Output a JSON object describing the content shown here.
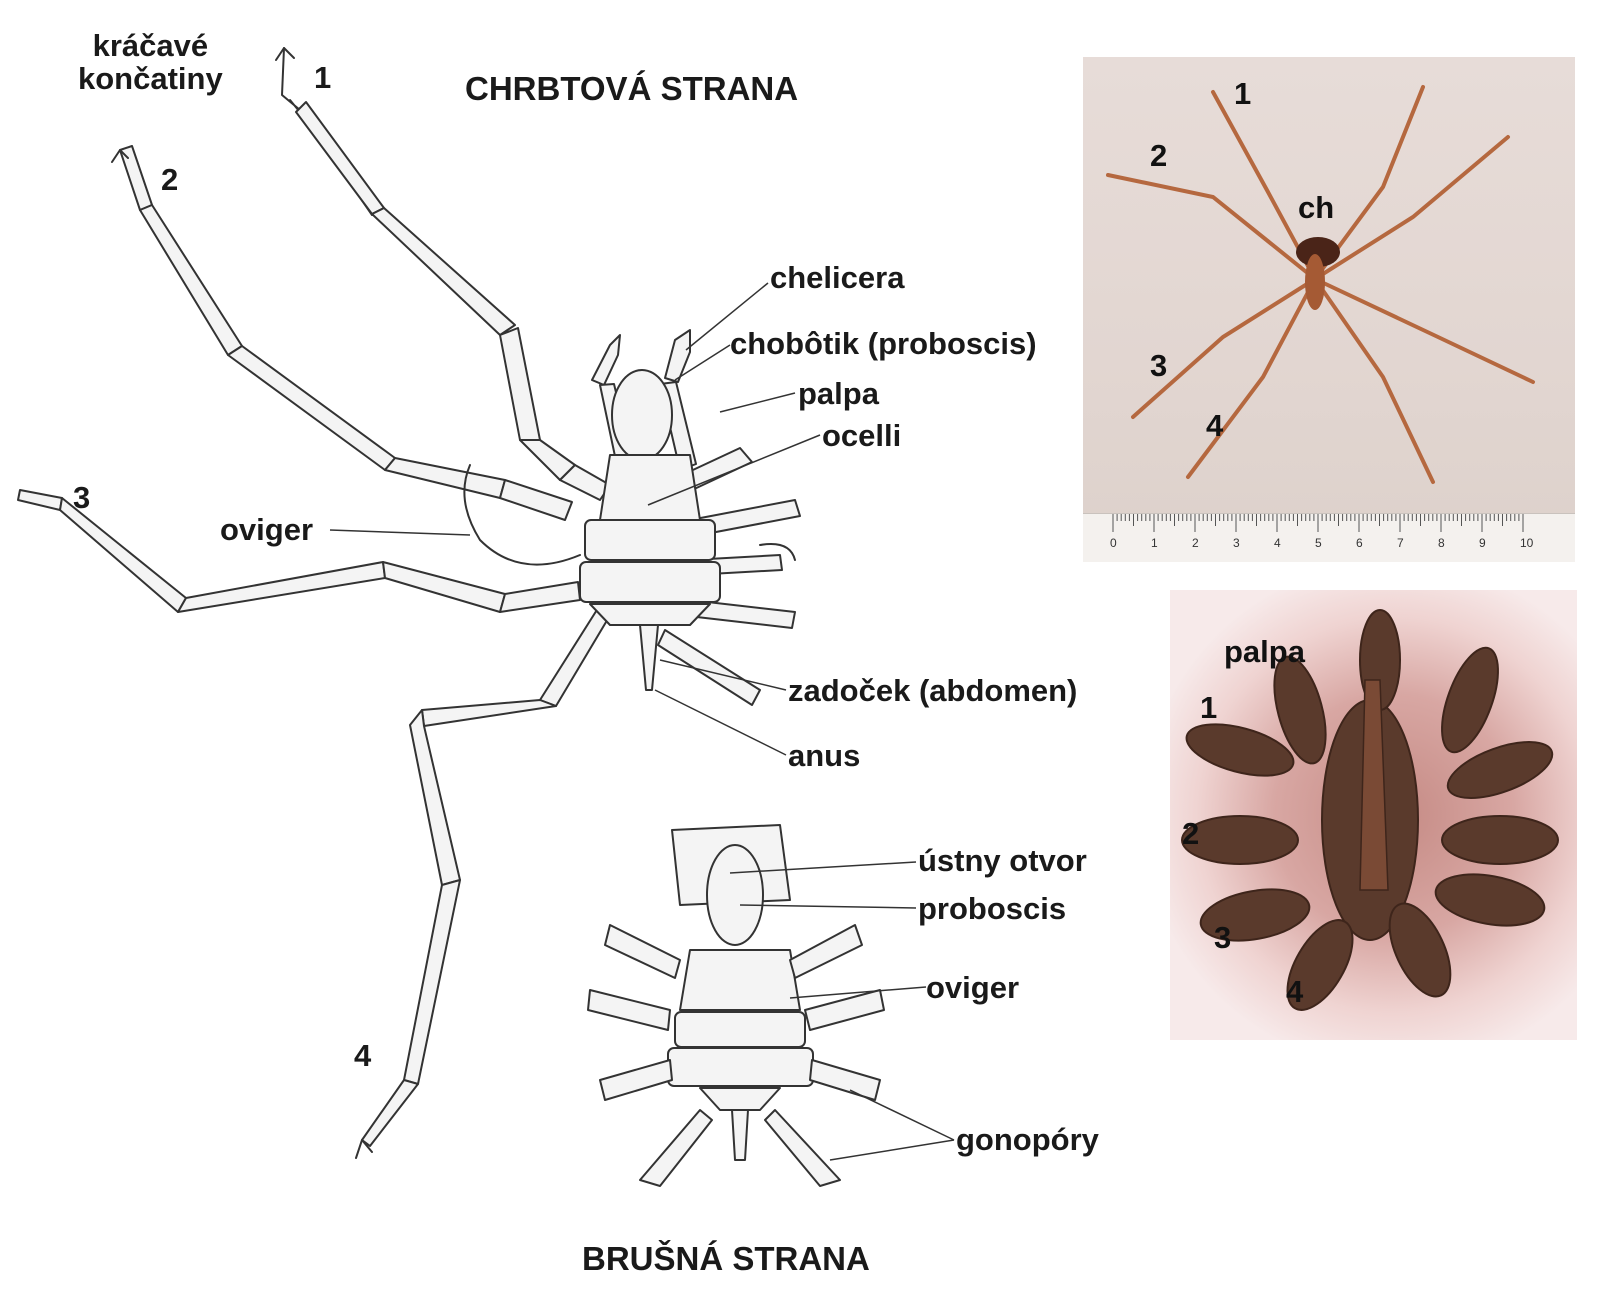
{
  "dorsal": {
    "title": "CHRBTOVÁ STRANA",
    "walking_legs_label": "kráčavé\nkončatiny",
    "leg_numbers": [
      "1",
      "2",
      "3",
      "4"
    ],
    "labels": {
      "chelicera": "chelicera",
      "proboscis": "chobôtik (proboscis)",
      "palpa": "palpa",
      "ocelli": "ocelli",
      "oviger": "oviger",
      "abdomen": "zadoček (abdomen)",
      "anus": "anus"
    }
  },
  "ventral": {
    "title": "BRUŠNÁ STRANA",
    "labels": {
      "mouth": "ústny otvor",
      "proboscis": "proboscis",
      "oviger": "oviger",
      "gonopores": "gonopóry"
    }
  },
  "photo_top": {
    "leg_numbers": [
      "1",
      "2",
      "3",
      "4"
    ],
    "ch_label": "ch",
    "ruler_ticks": [
      "0",
      "1",
      "2",
      "3",
      "4",
      "5",
      "6",
      "7",
      "8",
      "9",
      "10"
    ]
  },
  "photo_bottom": {
    "palpa_label": "palpa",
    "leg_numbers": [
      "1",
      "2",
      "3",
      "4"
    ]
  },
  "colors": {
    "text": "#1a1a1a",
    "drawing_stroke": "#333333",
    "leg_tan": "#b5683f",
    "specimen_brown": "#5a3a2c"
  }
}
